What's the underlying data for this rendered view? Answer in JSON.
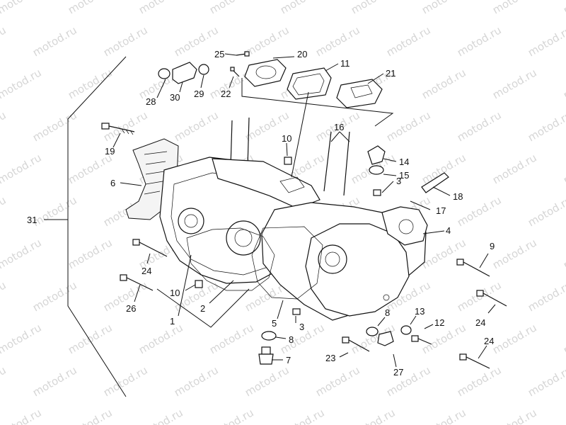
{
  "watermark": "motod.ru",
  "callouts": {
    "c1": "1",
    "c2": "2",
    "c3a": "3",
    "c3b": "3",
    "c4": "4",
    "c5": "5",
    "c6": "6",
    "c7": "7",
    "c8a": "8",
    "c8b": "8",
    "c9": "9",
    "c10a": "10",
    "c10b": "10",
    "c11": "11",
    "c12": "12",
    "c13": "13",
    "c14": "14",
    "c15": "15",
    "c16": "16",
    "c17": "17",
    "c18": "18",
    "c19": "19",
    "c20": "20",
    "c21": "21",
    "c22": "22",
    "c23": "23",
    "c24a": "24",
    "c24b": "24",
    "c24c": "24",
    "c25": "25",
    "c26": "26",
    "c27": "27",
    "c28": "28",
    "c29": "29",
    "c30": "30",
    "c31": "31"
  }
}
